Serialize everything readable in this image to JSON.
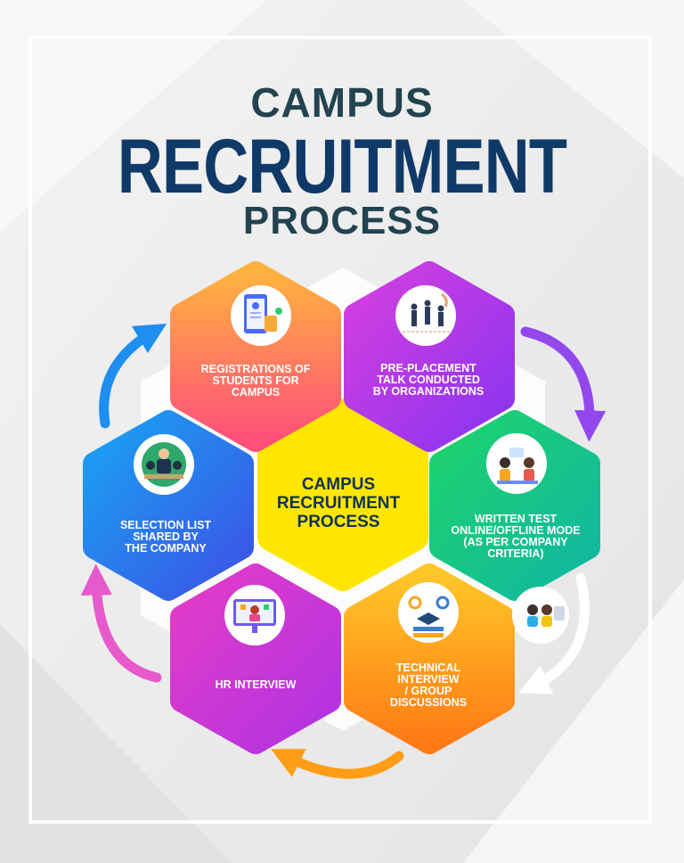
{
  "title": {
    "line1": "CAMPUS",
    "line2": "RECRUITMENT",
    "line3": "PROCESS"
  },
  "center": {
    "text": "CAMPUS\nRECRUITMENT\nPROCESS",
    "color": "#ffe600"
  },
  "steps": [
    {
      "id": "registration",
      "text": "REGISTRATIONS OF\nSTUDENTS FOR\nCAMPUS",
      "icon": "registration-form-icon",
      "colors": [
        "#ffb23f",
        "#ff4f7a"
      ]
    },
    {
      "id": "pre-placement",
      "text": "PRE-PLACEMENT\nTALK CONDUCTED\nBY ORGANIZATIONS",
      "icon": "business-people-icon",
      "colors": [
        "#d43ee0",
        "#8a35f0"
      ]
    },
    {
      "id": "written-test",
      "text": "WRITTEN TEST\nONLINE/OFFLINE MODE\n(AS PER COMPANY\nCRITERIA)",
      "icon": "test-discussion-icon",
      "colors": [
        "#1dd36c",
        "#10b7a2"
      ]
    },
    {
      "id": "technical-interview",
      "text": "TECHNICAL\nINTERVIEW\n/ GROUP\nDISCUSSIONS",
      "icon": "technical-interview-icon",
      "colors": [
        "#ffc628",
        "#ff7a15"
      ]
    },
    {
      "id": "hr-interview",
      "text": "HR INTERVIEW",
      "icon": "video-interview-icon",
      "colors": [
        "#e43cc7",
        "#b033e3"
      ]
    },
    {
      "id": "selection-list",
      "text": "SELECTION LIST\nSHARED BY\nTHE COMPANY",
      "icon": "selection-panel-icon",
      "colors": [
        "#1aa2f2",
        "#3b53e6"
      ]
    }
  ],
  "arrows": [
    {
      "id": "arrow-blue",
      "color": "#1e8ff0"
    },
    {
      "id": "arrow-purple",
      "color": "#9348ee"
    },
    {
      "id": "arrow-white",
      "color": "#ffffff"
    },
    {
      "id": "arrow-orange",
      "color": "#ff9d16"
    },
    {
      "id": "arrow-pink",
      "color": "#e65acb"
    }
  ]
}
